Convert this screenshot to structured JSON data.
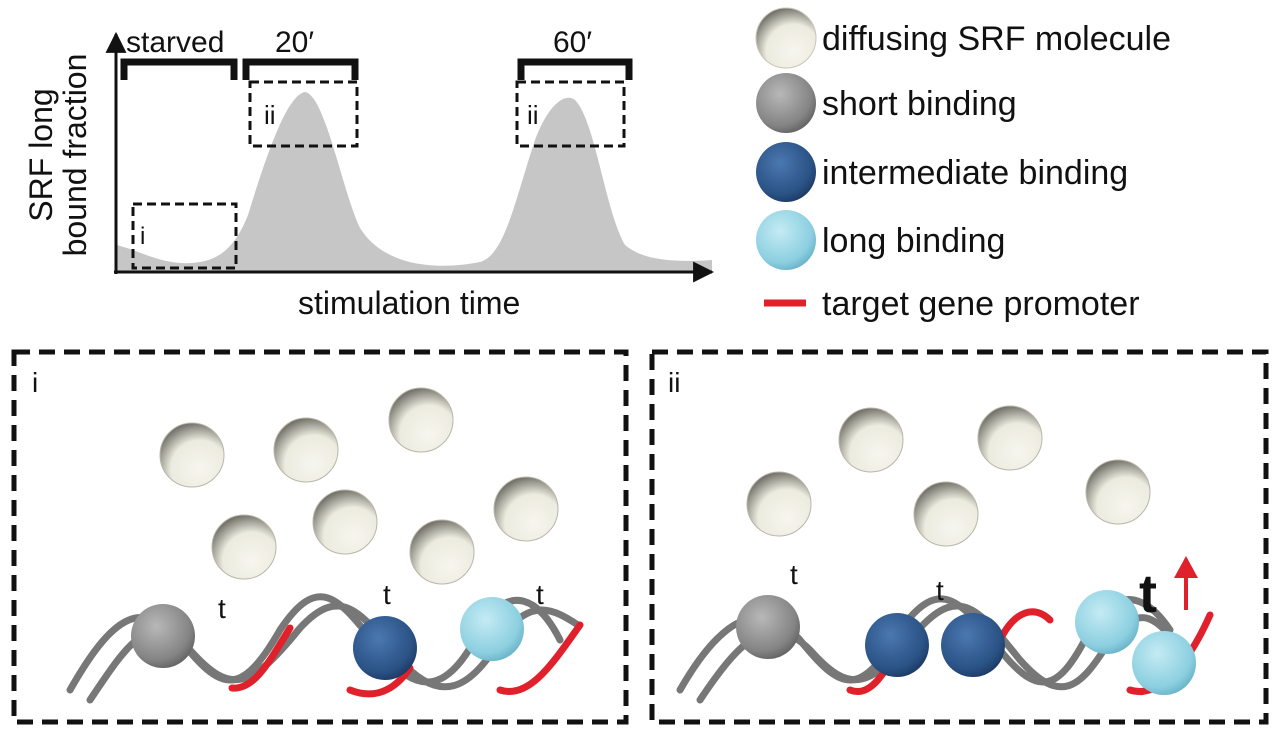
{
  "plot": {
    "ylabel_line1": "SRF long",
    "ylabel_line2": "bound fraction",
    "xlabel": "stimulation time",
    "bracket_starved": "starved",
    "bracket_20": "20′",
    "bracket_60": "60′",
    "box_i": "i",
    "box_ii_a": "ii",
    "box_ii_b": "ii"
  },
  "legend": {
    "diffusing": "diffusing SRF molecule",
    "short": "short binding",
    "intermediate": "intermediate binding",
    "long": "long binding",
    "promoter": "target gene promoter"
  },
  "panel_i": {
    "label": "i",
    "t1": "t",
    "t2": "t",
    "t3": "t"
  },
  "panel_ii": {
    "label": "ii",
    "t1": "t",
    "t2": "t",
    "t3": "t"
  },
  "colors": {
    "diffusing": "#efede2",
    "short": "#8a8a8a",
    "intermediate": "#2c5282",
    "long": "#8fd0e0",
    "promoter": "#e0202a",
    "dna": "#777777",
    "peak_fill": "#c6c6c6"
  }
}
